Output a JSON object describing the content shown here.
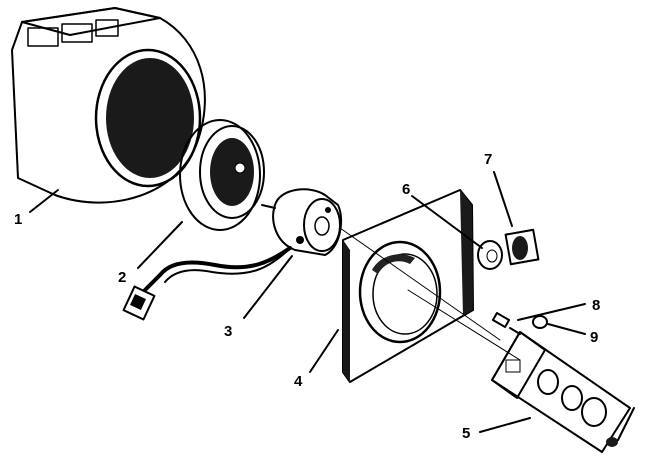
{
  "parts": [
    {
      "id": "1",
      "label": "1"
    },
    {
      "id": "2",
      "label": "2"
    },
    {
      "id": "3",
      "label": "3"
    },
    {
      "id": "4",
      "label": "4"
    },
    {
      "id": "5",
      "label": "5"
    },
    {
      "id": "6",
      "label": "6"
    },
    {
      "id": "7",
      "label": "7"
    },
    {
      "id": "8",
      "label": "8"
    },
    {
      "id": "9",
      "label": "9"
    }
  ],
  "colors": {
    "ink": "#000000",
    "paper": "#ffffff",
    "shade": "#3a3a3a"
  }
}
